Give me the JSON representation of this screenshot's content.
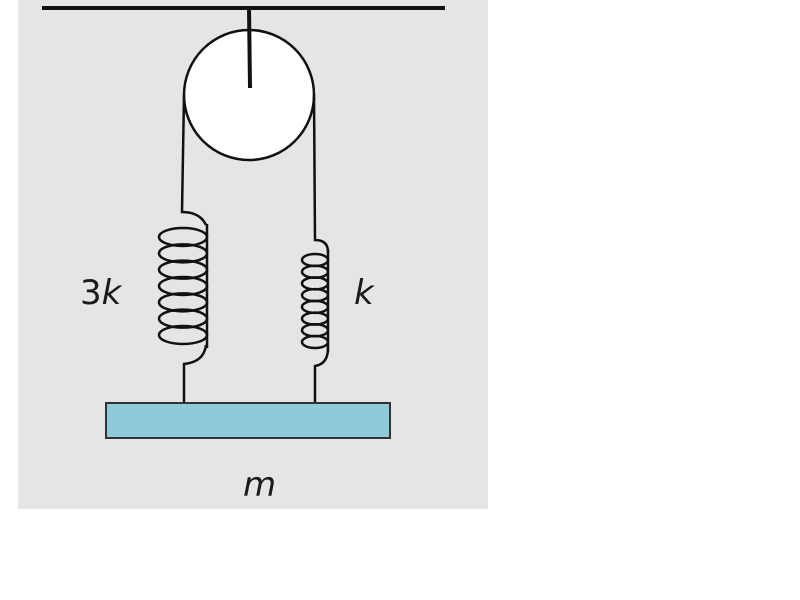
{
  "diagram": {
    "left_spring_label_num": "3",
    "left_spring_label_var": "k",
    "right_spring_label": "k",
    "mass_label": "m",
    "colors": {
      "background": "#e4e5e7",
      "block": "#8ecad8",
      "line": "#111111",
      "pulley": "#ffffff"
    }
  }
}
